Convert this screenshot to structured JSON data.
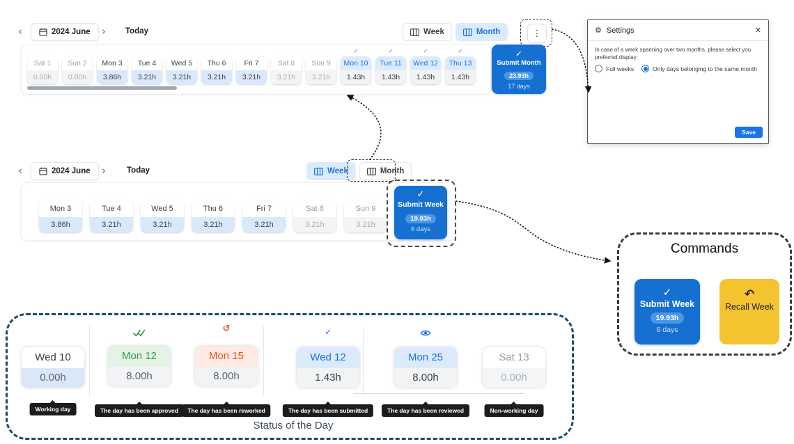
{
  "nav": {
    "date_label": "2024 June",
    "today_label": "Today"
  },
  "toggle": {
    "week_label": "Week",
    "month_label": "Month"
  },
  "icons": {
    "prev": "‹",
    "next": "›",
    "kebab": "⋮",
    "gear": "⚙",
    "close": "✕",
    "check": "✓",
    "rework": "↺",
    "undo": "↶"
  },
  "month_view": {
    "days": [
      {
        "name": "Sat 1",
        "hours": "0.00h",
        "state": "weekend"
      },
      {
        "name": "Sun 2",
        "hours": "0.00h",
        "state": "weekend"
      },
      {
        "name": "Mon 3",
        "hours": "3.86h",
        "state": "work"
      },
      {
        "name": "Tue 4",
        "hours": "3.21h",
        "state": "work"
      },
      {
        "name": "Wed 5",
        "hours": "3.21h",
        "state": "work"
      },
      {
        "name": "Thu 6",
        "hours": "3.21h",
        "state": "work"
      },
      {
        "name": "Fri 7",
        "hours": "3.21h",
        "state": "work"
      },
      {
        "name": "Sat 8",
        "hours": "3.21h",
        "state": "weekend"
      },
      {
        "name": "Sun 9",
        "hours": "3.21h",
        "state": "weekend"
      },
      {
        "name": "Mon 10",
        "hours": "1.43h",
        "state": "submitted"
      },
      {
        "name": "Tue 11",
        "hours": "1.43h",
        "state": "submitted"
      },
      {
        "name": "Wed 12",
        "hours": "1.43h",
        "state": "submitted"
      },
      {
        "name": "Thu 13",
        "hours": "1.43h",
        "state": "submitted"
      }
    ],
    "submit": {
      "label": "Submit Month",
      "total": "23.93h",
      "days_count": "17 days"
    }
  },
  "week_view": {
    "days": [
      {
        "name": "Mon 3",
        "hours": "3.86h",
        "state": "work"
      },
      {
        "name": "Tue 4",
        "hours": "3.21h",
        "state": "work"
      },
      {
        "name": "Wed 5",
        "hours": "3.21h",
        "state": "work"
      },
      {
        "name": "Thu 6",
        "hours": "3.21h",
        "state": "work"
      },
      {
        "name": "Fri 7",
        "hours": "3.21h",
        "state": "work"
      },
      {
        "name": "Sat 8",
        "hours": "3.21h",
        "state": "weekend"
      },
      {
        "name": "Sun 9",
        "hours": "3.21h",
        "state": "weekend"
      }
    ],
    "submit": {
      "label": "Submit Week",
      "total": "19.93h",
      "days_count": "6 days"
    }
  },
  "settings": {
    "title": "Settings",
    "description": "In case of a week spanning over two months, please select you preferred display:",
    "option_full_weeks": "Full weeks",
    "option_same_month": "Only days belonging to the same month",
    "selected_option": "Only days belonging to the same month",
    "save_label": "Save"
  },
  "commands": {
    "title": "Commands",
    "submit": {
      "label": "Submit Week",
      "total": "19.93h",
      "days_count": "6 days"
    },
    "recall": {
      "label": "Recall Week"
    }
  },
  "status": {
    "caption": "Status of the Day",
    "items": [
      {
        "day": "Wed 10",
        "hours": "0.00h",
        "state": "working",
        "tooltip": "Working day"
      },
      {
        "day": "Mon 12",
        "hours": "8.00h",
        "state": "approved",
        "tooltip": "The day has been approved"
      },
      {
        "day": "Mon 15",
        "hours": "8.00h",
        "state": "reworked",
        "tooltip": "The day has been reworked"
      },
      {
        "day": "Wed 12",
        "hours": "1.43h",
        "state": "submitted",
        "tooltip": "The day has been submitted"
      },
      {
        "day": "Mon 25",
        "hours": "8.00h",
        "state": "reviewed",
        "tooltip": "The day has been reviewed"
      },
      {
        "day": "Sat 13",
        "hours": "0.00h",
        "state": "nonworking",
        "tooltip": "Non-working day"
      }
    ]
  },
  "colors": {
    "accent_blue": "#1a73e8",
    "button_blue": "#1670d2",
    "light_blue": "#dcebfc",
    "approved_green": "#2f9e44",
    "reworked_orange": "#f4511e",
    "recall_yellow": "#f4c430",
    "tooltip_bg": "#1c1c1c"
  }
}
